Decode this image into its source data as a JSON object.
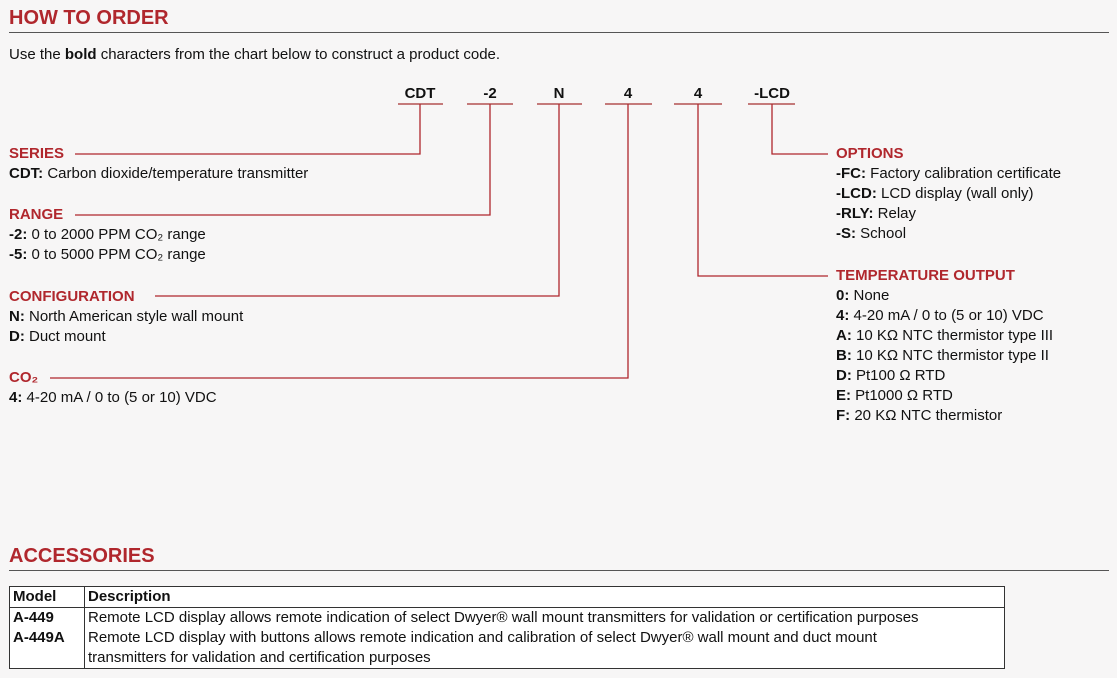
{
  "how_to_order": {
    "title": "HOW TO ORDER",
    "intro_pre": "Use the ",
    "intro_bold": "bold",
    "intro_post": " characters from the chart below to construct a product code.",
    "codes": [
      "CDT",
      "-2",
      "N",
      "4",
      "4",
      "-LCD"
    ]
  },
  "left_groups": [
    {
      "label": "SERIES",
      "items": [
        {
          "code": "CDT:",
          "text": " Carbon dioxide/temperature transmitter"
        }
      ]
    },
    {
      "label": "RANGE",
      "items": [
        {
          "code": "-2:",
          "text": " 0 to 2000 PPM CO₂ range"
        },
        {
          "code": "-5:",
          "text": " 0 to 5000 PPM CO₂ range"
        }
      ]
    },
    {
      "label": "CONFIGURATION",
      "items": [
        {
          "code": "N:",
          "text": " North American style wall mount"
        },
        {
          "code": "D:",
          "text": " Duct mount"
        }
      ]
    },
    {
      "label": "CO₂",
      "items": [
        {
          "code": "4:",
          "text": " 4-20 mA / 0 to (5 or 10) VDC"
        }
      ]
    }
  ],
  "right_groups": [
    {
      "label": "OPTIONS",
      "items": [
        {
          "code": "-FC:",
          "text": " Factory calibration certificate"
        },
        {
          "code": "-LCD:",
          "text": " LCD display (wall only)"
        },
        {
          "code": "-RLY:",
          "text": " Relay"
        },
        {
          "code": "-S:",
          "text": " School"
        }
      ]
    },
    {
      "label": "TEMPERATURE OUTPUT",
      "items": [
        {
          "code": "0:",
          "text": " None"
        },
        {
          "code": "4:",
          "text": " 4-20 mA / 0 to (5 or 10) VDC"
        },
        {
          "code": "A:",
          "text": " 10 KΩ NTC thermistor type III"
        },
        {
          "code": "B:",
          "text": " 10 KΩ NTC thermistor type II"
        },
        {
          "code": "D:",
          "text": " Pt100 Ω RTD"
        },
        {
          "code": "E:",
          "text": " Pt1000 Ω RTD"
        },
        {
          "code": "F:",
          "text": " 20 KΩ NTC thermistor"
        }
      ]
    }
  ],
  "accessories": {
    "title": "ACCESSORIES",
    "headers": [
      "Model",
      "Description"
    ],
    "rows": [
      {
        "model": "A-449",
        "desc": "Remote LCD display allows remote indication of select Dwyer® wall mount transmitters for validation or certification purposes"
      },
      {
        "model": "A-449A",
        "desc": "Remote LCD display with buttons allows remote indication and calibration of select Dwyer® wall mount and duct mount transmitters for validation and certification purposes"
      }
    ]
  },
  "colors": {
    "accent": "#b0272d",
    "connector": "#c47a7a"
  }
}
